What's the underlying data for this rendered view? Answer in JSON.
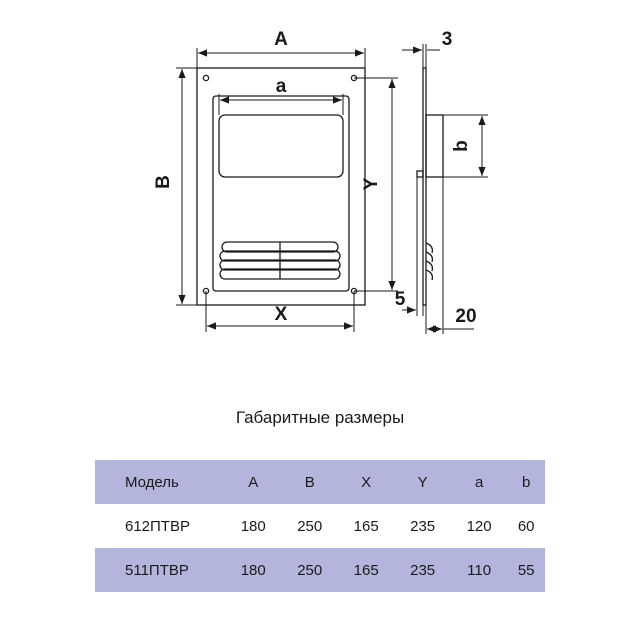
{
  "dimensions": {
    "A": "A",
    "B": "B",
    "X": "X",
    "Y": "Y",
    "a": "a",
    "b": "b",
    "thickness": "3",
    "offset": "5",
    "depth": "20"
  },
  "caption": "Габаритные размеры",
  "table": {
    "headers": [
      "Модель",
      "A",
      "B",
      "X",
      "Y",
      "a",
      "b"
    ],
    "rows": [
      [
        "612ПТВР",
        "180",
        "250",
        "165",
        "235",
        "120",
        "60"
      ],
      [
        "511ПТВР",
        "180",
        "250",
        "165",
        "235",
        "110",
        "55"
      ]
    ]
  }
}
